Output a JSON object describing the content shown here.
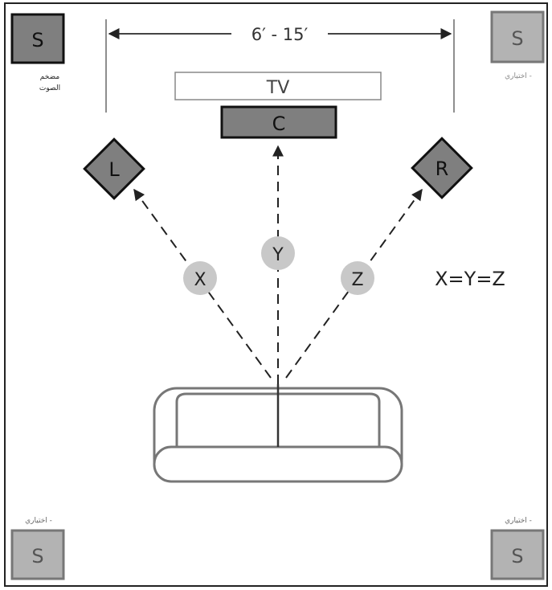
{
  "dimension": {
    "label": "6′ - 15′"
  },
  "tv": {
    "label": "TV"
  },
  "speakers": {
    "center": {
      "label": "C"
    },
    "left": {
      "label": "L"
    },
    "right": {
      "label": "R"
    },
    "sub_main": {
      "label": "S",
      "caption_line1": "مضخم",
      "caption_line2": "الصوت"
    },
    "sub_top_right": {
      "label": "S",
      "caption": "اختياري -"
    },
    "sub_bottom_left": {
      "label": "S",
      "caption": "اختياري -"
    },
    "sub_bottom_right": {
      "label": "S",
      "caption": "اختياري -"
    }
  },
  "distances": {
    "x": {
      "label": "X"
    },
    "y": {
      "label": "Y"
    },
    "z": {
      "label": "Z"
    }
  },
  "equation": {
    "text": "X=Y=Z"
  },
  "colors": {
    "speaker_fill": "#7f7f7f",
    "sub_fill": "#7f7f7f",
    "sub_optional_fill": "#b3b3b3",
    "badge_fill": "#c8c8c8",
    "sofa_stroke": "#777777",
    "line": "#222222"
  }
}
